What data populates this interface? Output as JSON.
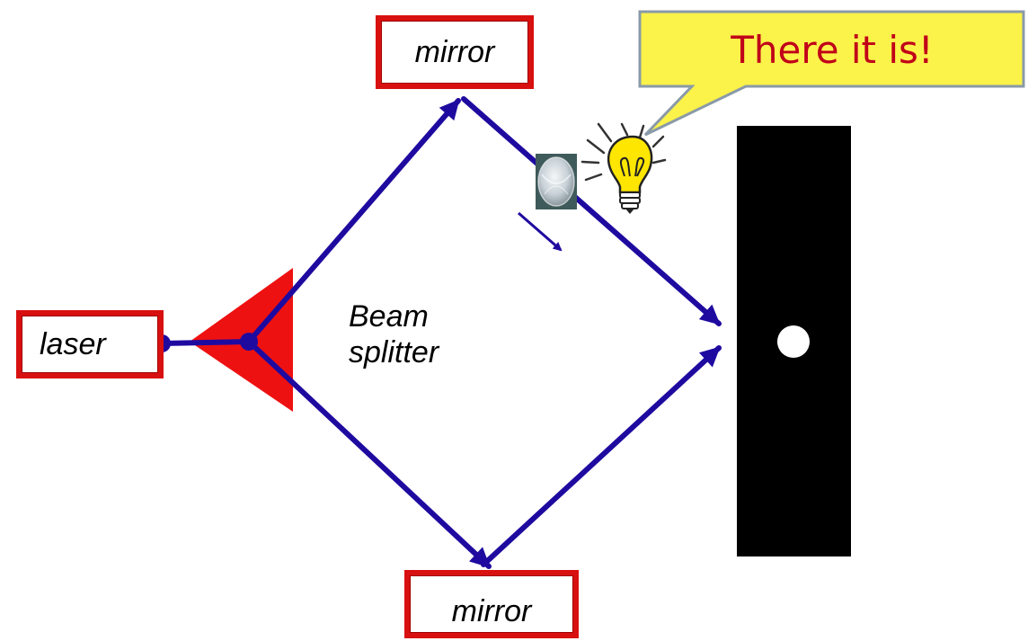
{
  "labels": {
    "laser": "laser",
    "mirror_top": "mirror",
    "mirror_bottom": "mirror",
    "splitter_line1": "Beam",
    "splitter_line2": "splitter"
  },
  "callout": {
    "text": "There it is!"
  },
  "colors": {
    "beam": "#1f0aa0",
    "frame": "#d81010",
    "splitter": "#ee1111",
    "callout_fill": "#fbf24a",
    "callout_border": "#8a9aa8",
    "callout_text": "#c00018",
    "screen": "#000000",
    "spot": "#ffffff"
  },
  "icons": {
    "bulb": "lightbulb-icon",
    "sample": "transparent-object-icon"
  }
}
